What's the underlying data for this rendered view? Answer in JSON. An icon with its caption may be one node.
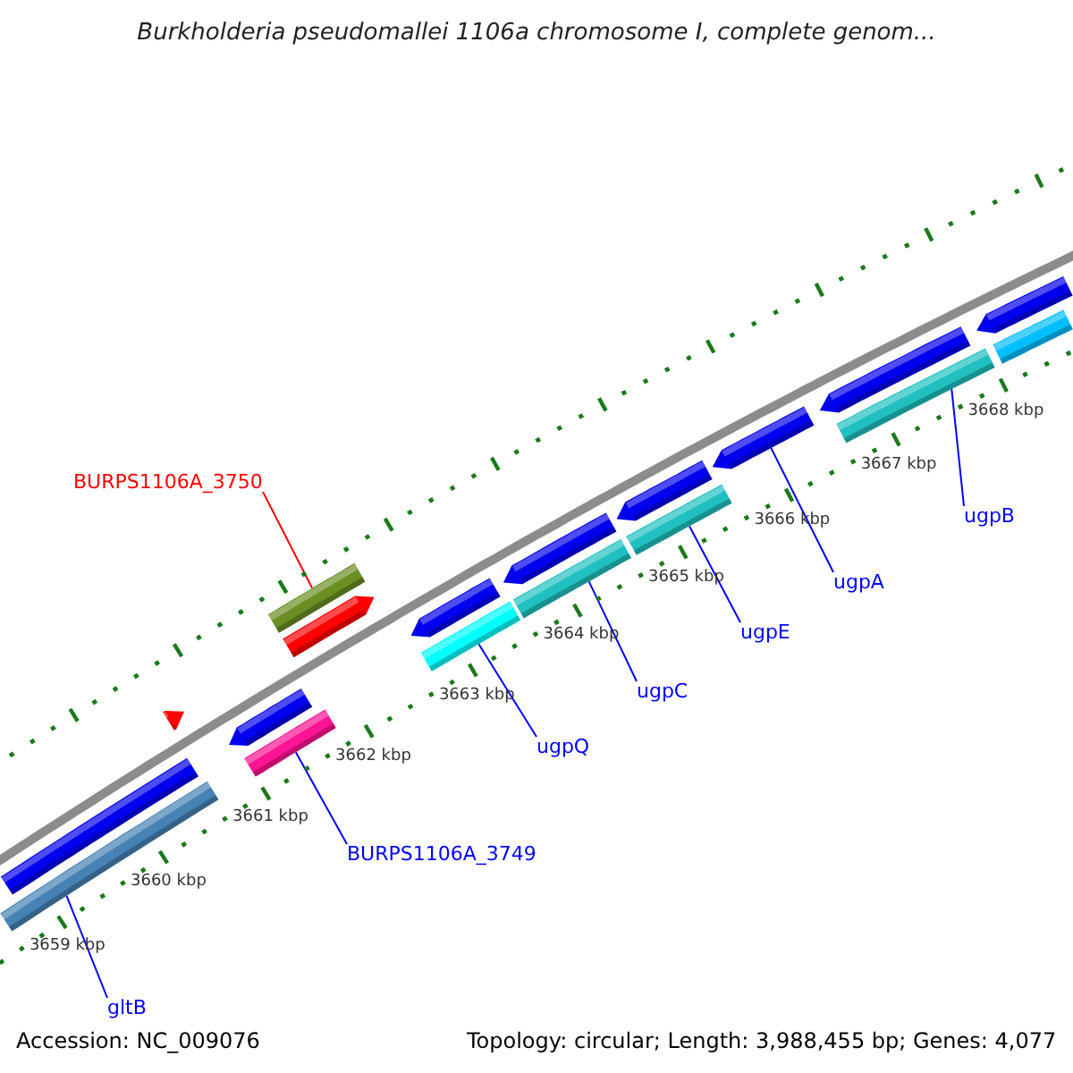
{
  "diagram": {
    "title": "Burkholderia pseudomallei 1106a chromosome I, complete genom...",
    "nodes": [
      {
        "text": [
          "BURPS1106A_3750"
        ]
      },
      {
        "text": [],
        "shape": "bar"
      },
      {
        "text": [
          "BURPS1106A_3749"
        ]
      },
      {
        "text": [],
        "shape": "bar"
      },
      {
        "text": [
          "gltB"
        ]
      },
      {
        "text": [],
        "shape": "bar"
      },
      {
        "text": [
          "ugpQ"
        ]
      },
      {
        "text": [],
        "shape": "bar"
      },
      {
        "text": [
          "ugpC"
        ]
      },
      {
        "text": [],
        "shape": "bar"
      },
      {
        "text": [
          "ugpE"
        ]
      },
      {
        "text": [],
        "shape": "bar"
      },
      {
        "text": [
          "ugpA"
        ]
      },
      {
        "text": [],
        "shape": "arrow"
      },
      {
        "text": [
          "ugpB"
        ]
      },
      {
        "text": [],
        "shape": "bar"
      },
      {
        "text": [],
        "shape": "bar"
      },
      {
        "text": [],
        "shape": "arrow"
      },
      {
        "text": [],
        "shape": "arrow"
      },
      {
        "text": [],
        "shape": "arrow"
      },
      {
        "text": [],
        "shape": "arrow"
      },
      {
        "text": [],
        "shape": "arrow"
      },
      {
        "text": [],
        "shape": "arrow"
      },
      {
        "text": [],
        "shape": "arrow"
      },
      {
        "text": [],
        "shape": "arrow"
      },
      {
        "text": [],
        "shape": "bar"
      }
    ],
    "edges": [
      {
        "from": 0,
        "to": 1,
        "arrow": "none",
        "color": "#ff0000"
      },
      {
        "from": 2,
        "to": 3,
        "arrow": "none"
      },
      {
        "from": 4,
        "to": 5,
        "arrow": "none"
      },
      {
        "from": 6,
        "to": 7,
        "arrow": "none"
      },
      {
        "from": 8,
        "to": 9,
        "arrow": "none"
      },
      {
        "from": 10,
        "to": 11,
        "arrow": "none"
      },
      {
        "from": 12,
        "to": 13,
        "arrow": "none"
      },
      {
        "from": 14,
        "to": 15,
        "arrow": "none"
      }
    ],
    "labels": [
      "3659 kbp",
      "3660 kbp",
      "3661 kbp",
      "3662 kbp",
      "3663 kbp",
      "3664 kbp",
      "3665 kbp",
      "3666 kbp",
      "3667 kbp",
      "3668 kbp",
      "Accession: NC_009076",
      "Topology: circular; Length: 3,988,455 bp; Genes: 4,077"
    ]
  }
}
